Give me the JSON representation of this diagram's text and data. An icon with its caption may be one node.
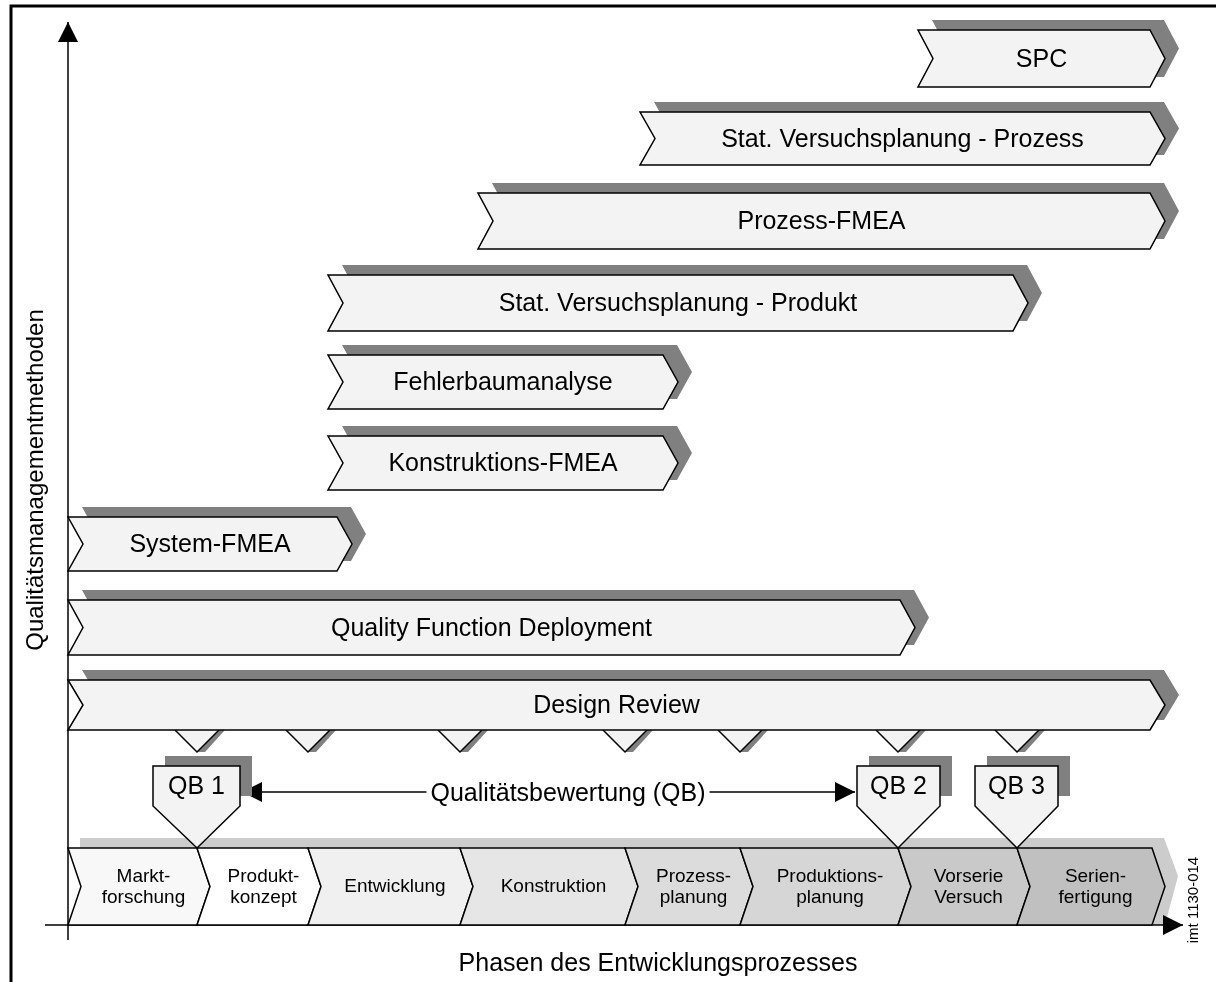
{
  "diagram": {
    "nodes": [
      {
        "text": [
          "SPC"
        ]
      },
      {
        "text": [
          "Stat. Versuchsplanung - Prozess"
        ]
      },
      {
        "text": [
          "Prozess-FMEA"
        ]
      },
      {
        "text": [
          "Stat. Versuchsplanung - Produkt"
        ]
      },
      {
        "text": [
          "Fehlerbaumanalyse"
        ]
      },
      {
        "text": [
          "Konstruktions-FMEA"
        ]
      },
      {
        "text": [
          "System-FMEA"
        ]
      },
      {
        "text": [
          "Quality Function Deployment"
        ]
      },
      {
        "text": [
          "Design Review"
        ]
      },
      {
        "text": [
          "QB 1"
        ]
      },
      {
        "text": [
          "Qualitätsbewertung (QB)"
        ]
      },
      {
        "text": [
          "QB 2"
        ]
      },
      {
        "text": [
          "QB 3"
        ]
      },
      {
        "text": [
          "Markt- forschung"
        ]
      },
      {
        "text": [
          "Produkt- konzept"
        ]
      },
      {
        "text": [
          "Entwicklung"
        ]
      },
      {
        "text": [
          "Konstruktion"
        ]
      },
      {
        "text": [
          "Prozess- planung"
        ]
      },
      {
        "text": [
          "Produktions- planung"
        ]
      },
      {
        "text": [
          "Vorserie Versuch"
        ]
      },
      {
        "text": [
          "Serien- fertigung"
        ]
      }
    ],
    "edges": [
      {
        "from": 10,
        "to": 9,
        "arrow": "to"
      },
      {
        "from": 10,
        "to": 11,
        "arrow": "to"
      }
    ],
    "labels": [
      "Qualitätsmanagementmethoden",
      "Phasen des Entwicklungsprozesses",
      "imt 1130-014"
    ]
  }
}
